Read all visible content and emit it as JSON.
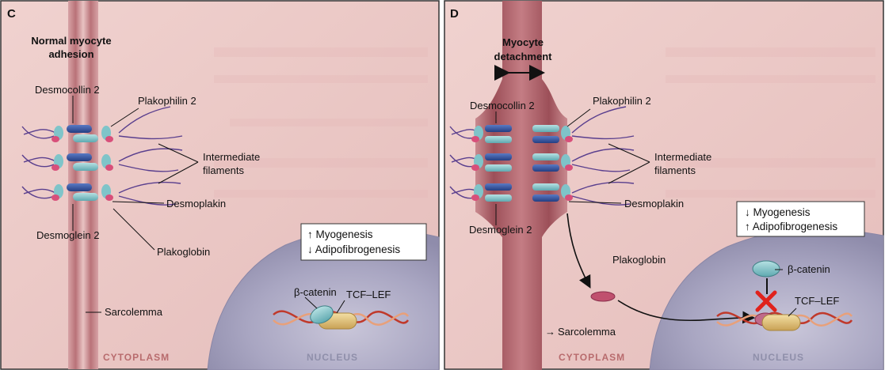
{
  "panels": [
    {
      "letter": "C",
      "state_label": [
        "Normal myocyte",
        "adhesion"
      ],
      "labels": {
        "desmocollin": "Desmocollin 2",
        "plakophilin": "Plakophilin 2",
        "intermediate": [
          "Intermediate",
          "filaments"
        ],
        "desmoplakin": "Desmoplakin",
        "desmoglein": "Desmoglein 2",
        "plakoglobin": "Plakoglobin",
        "sarcolemma": "Sarcolemma",
        "beta_catenin": "β-catenin",
        "tcf_lef": "TCF–LEF",
        "cytoplasm": "CYTOPLASM",
        "nucleus": "NUCLEUS"
      },
      "effects": [
        "↑ Myogenesis",
        "↓ Adipofibrogenesis"
      ]
    },
    {
      "letter": "D",
      "state_label": [
        "Myocyte",
        "detachment"
      ],
      "labels": {
        "desmocollin": "Desmocollin 2",
        "plakophilin": "Plakophilin 2",
        "intermediate": [
          "Intermediate",
          "filaments"
        ],
        "desmoplakin": "Desmoplakin",
        "desmoglein": "Desmoglein 2",
        "plakoglobin": "Plakoglobin",
        "sarcolemma": "Sarcolemma",
        "beta_catenin": "β-catenin",
        "tcf_lef": "TCF–LEF",
        "cytoplasm": "CYTOPLASM",
        "nucleus": "NUCLEUS"
      },
      "effects": [
        "↓ Myogenesis",
        "↑ Adipofibrogenesis"
      ]
    }
  ],
  "colors": {
    "background": "#ecc9c6",
    "membrane": "#b06a70",
    "cadherin_dark": "#2e4d9a",
    "cadherin_light": "#7fc4c9",
    "plakophilin": "#d84f7a",
    "filament": "#5a3f8e",
    "nucleus": "#a9a8c4",
    "tcf_lef": "#e3c47c",
    "inhibit_x": "#e0221c"
  },
  "icons": [
    "double-arrow-icon",
    "inhibit-x-icon",
    "dna-helix-icon"
  ]
}
